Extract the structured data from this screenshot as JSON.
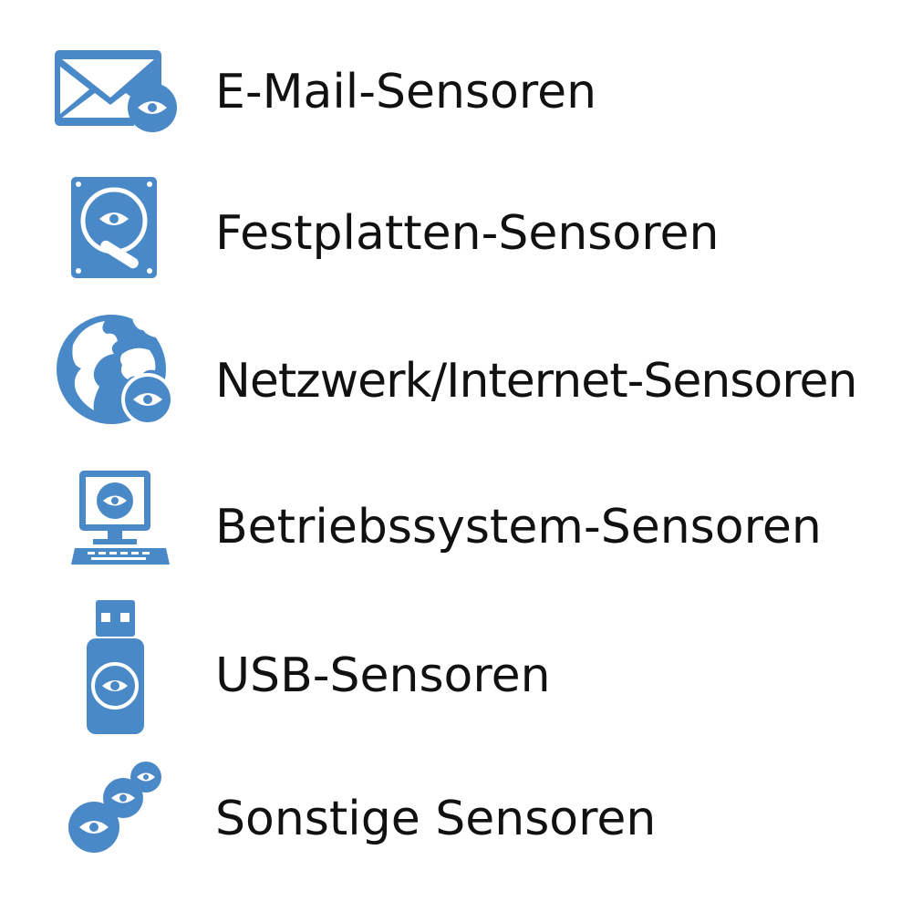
{
  "colors": {
    "icon_blue": "#4a89c8",
    "text": "#111111",
    "background": "#ffffff"
  },
  "items": [
    {
      "label": "E-Mail-Sensoren",
      "icon": "email-eye-icon"
    },
    {
      "label": "Festplatten-Sensoren",
      "icon": "harddisk-eye-icon"
    },
    {
      "label": "Netzwerk/Internet-Sensoren",
      "icon": "globe-eye-icon"
    },
    {
      "label": "Betriebssystem-Sensoren",
      "icon": "computer-eye-icon"
    },
    {
      "label": "USB-Sensoren",
      "icon": "usb-stick-eye-icon"
    },
    {
      "label": "Sonstige Sensoren",
      "icon": "multi-eye-icon"
    }
  ]
}
